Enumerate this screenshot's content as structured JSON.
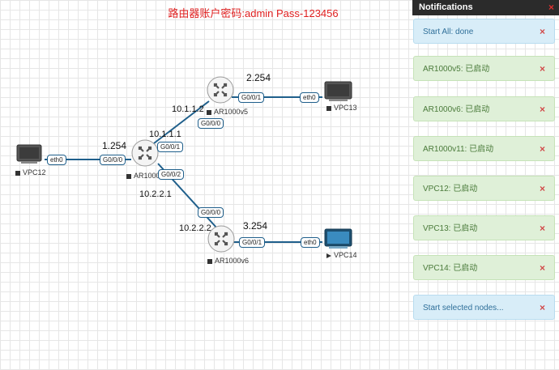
{
  "banner": "路由器账户密码:admin Pass-123456",
  "nodes": {
    "vpc12": "VPC12",
    "vpc13": "VPC13",
    "vpc14": "VPC14",
    "ar_center": "AR1000v",
    "ar_top": "AR1000v5",
    "ar_bottom": "AR1000v6"
  },
  "ips": {
    "center_left": "1.254",
    "center_top": "10.1.1.1",
    "center_bottom": "10.2.2.1",
    "top_left": "10.1.1.2",
    "top_right": "2.254",
    "bottom_left": "10.2.2.2",
    "bottom_right": "3.254"
  },
  "ports": {
    "vpc12_eth": "eth0",
    "center_g000": "G0/0/0",
    "center_g001": "G0/0/1",
    "center_g002": "G0/0/2",
    "top_g000": "G0/0/0",
    "top_g001": "G0/0/1",
    "vpc13_eth": "eth0",
    "bottom_g000": "G0/0/0",
    "bottom_g001": "G0/0/1",
    "vpc14_eth": "eth0"
  },
  "notifications": {
    "title": "Notifications",
    "close_glyph": "×",
    "items": [
      {
        "text": "Start All: done",
        "kind": "info"
      },
      {
        "text": "AR1000v5: 已启动",
        "kind": "ok"
      },
      {
        "text": "AR1000v6: 已启动",
        "kind": "ok"
      },
      {
        "text": "AR1000v11: 已启动",
        "kind": "ok"
      },
      {
        "text": "VPC12: 已启动",
        "kind": "ok"
      },
      {
        "text": "VPC13: 已启动",
        "kind": "ok"
      },
      {
        "text": "VPC14: 已启动",
        "kind": "ok"
      },
      {
        "text": "Start selected nodes...",
        "kind": "info"
      }
    ]
  },
  "colors": {
    "link": "#1f5f8b",
    "banner": "#e02020",
    "vpc14_screen": "#3a8bbf"
  }
}
